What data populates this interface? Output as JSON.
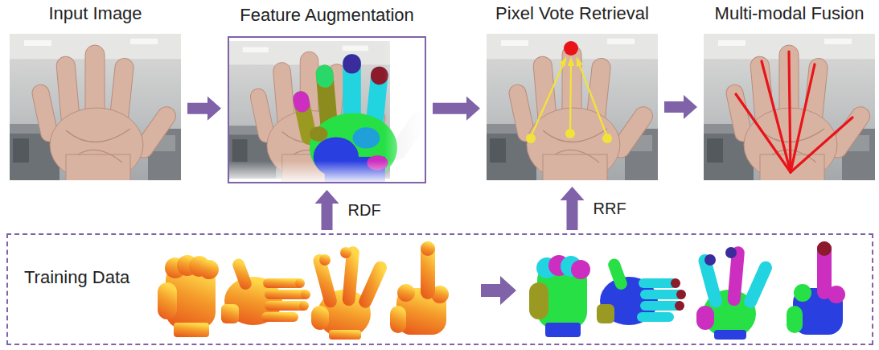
{
  "diagram": {
    "nodes": [
      {
        "text": [
          "Input Image"
        ]
      },
      {
        "text": [
          "Feature Augmentation"
        ]
      },
      {
        "text": [
          "Pixel Vote Retrieval"
        ]
      },
      {
        "text": [
          "Multi-modal Fusion"
        ]
      },
      {
        "text": [
          "Training Data"
        ]
      }
    ],
    "edges": [
      {
        "from": 0,
        "to": 1,
        "arrow": "to"
      },
      {
        "from": 1,
        "to": 2,
        "arrow": "to"
      },
      {
        "from": 2,
        "to": 3,
        "arrow": "to"
      },
      {
        "from": 4,
        "to": 1,
        "label": "RDF",
        "arrow": "to"
      },
      {
        "from": 4,
        "to": 2,
        "label": "RRF",
        "arrow": "to"
      }
    ]
  }
}
